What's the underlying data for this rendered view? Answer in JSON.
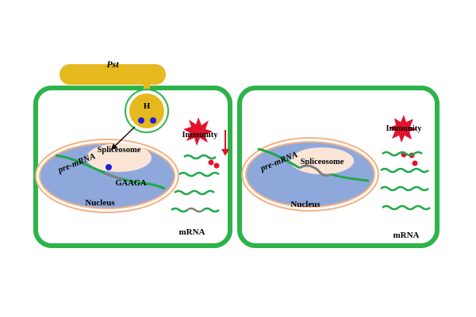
{
  "labels": {
    "pst": "Pst",
    "haustorium": "H",
    "immunity_left": "Immunity",
    "immunity_right": "Immunity",
    "spliceosome_left": "Spliceosome",
    "spliceosome_right": "Spliceosome",
    "pre_mrna_left": "pre-mRNA",
    "pre_mrna_right": "pre-mRNA",
    "motif": "GAAGA",
    "nucleus_left": "Nucleus",
    "nucleus_right": "Nucleus",
    "mrna_left": "mRNA",
    "mrna_right": "mRNA"
  },
  "colors": {
    "pathogen": "#E6B91E",
    "cell_wall": "#2DB34A",
    "nucleus_fill": "#8FA8DC",
    "nucleus_border": "#F4B183",
    "spliceosome_fill": "#FBE5D6",
    "effector_dot": "#1F1FD6",
    "immunity_burst": "#E3122D",
    "immunity_dot": "#E3122D",
    "rna_strand": "#1FA84A",
    "intron": "#808080",
    "arrow_black": "#000000",
    "arrow_down": "#E3122D"
  },
  "icons": {
    "immunity": "red-burst-icon",
    "down_arrow": "red-down-arrow-icon"
  }
}
